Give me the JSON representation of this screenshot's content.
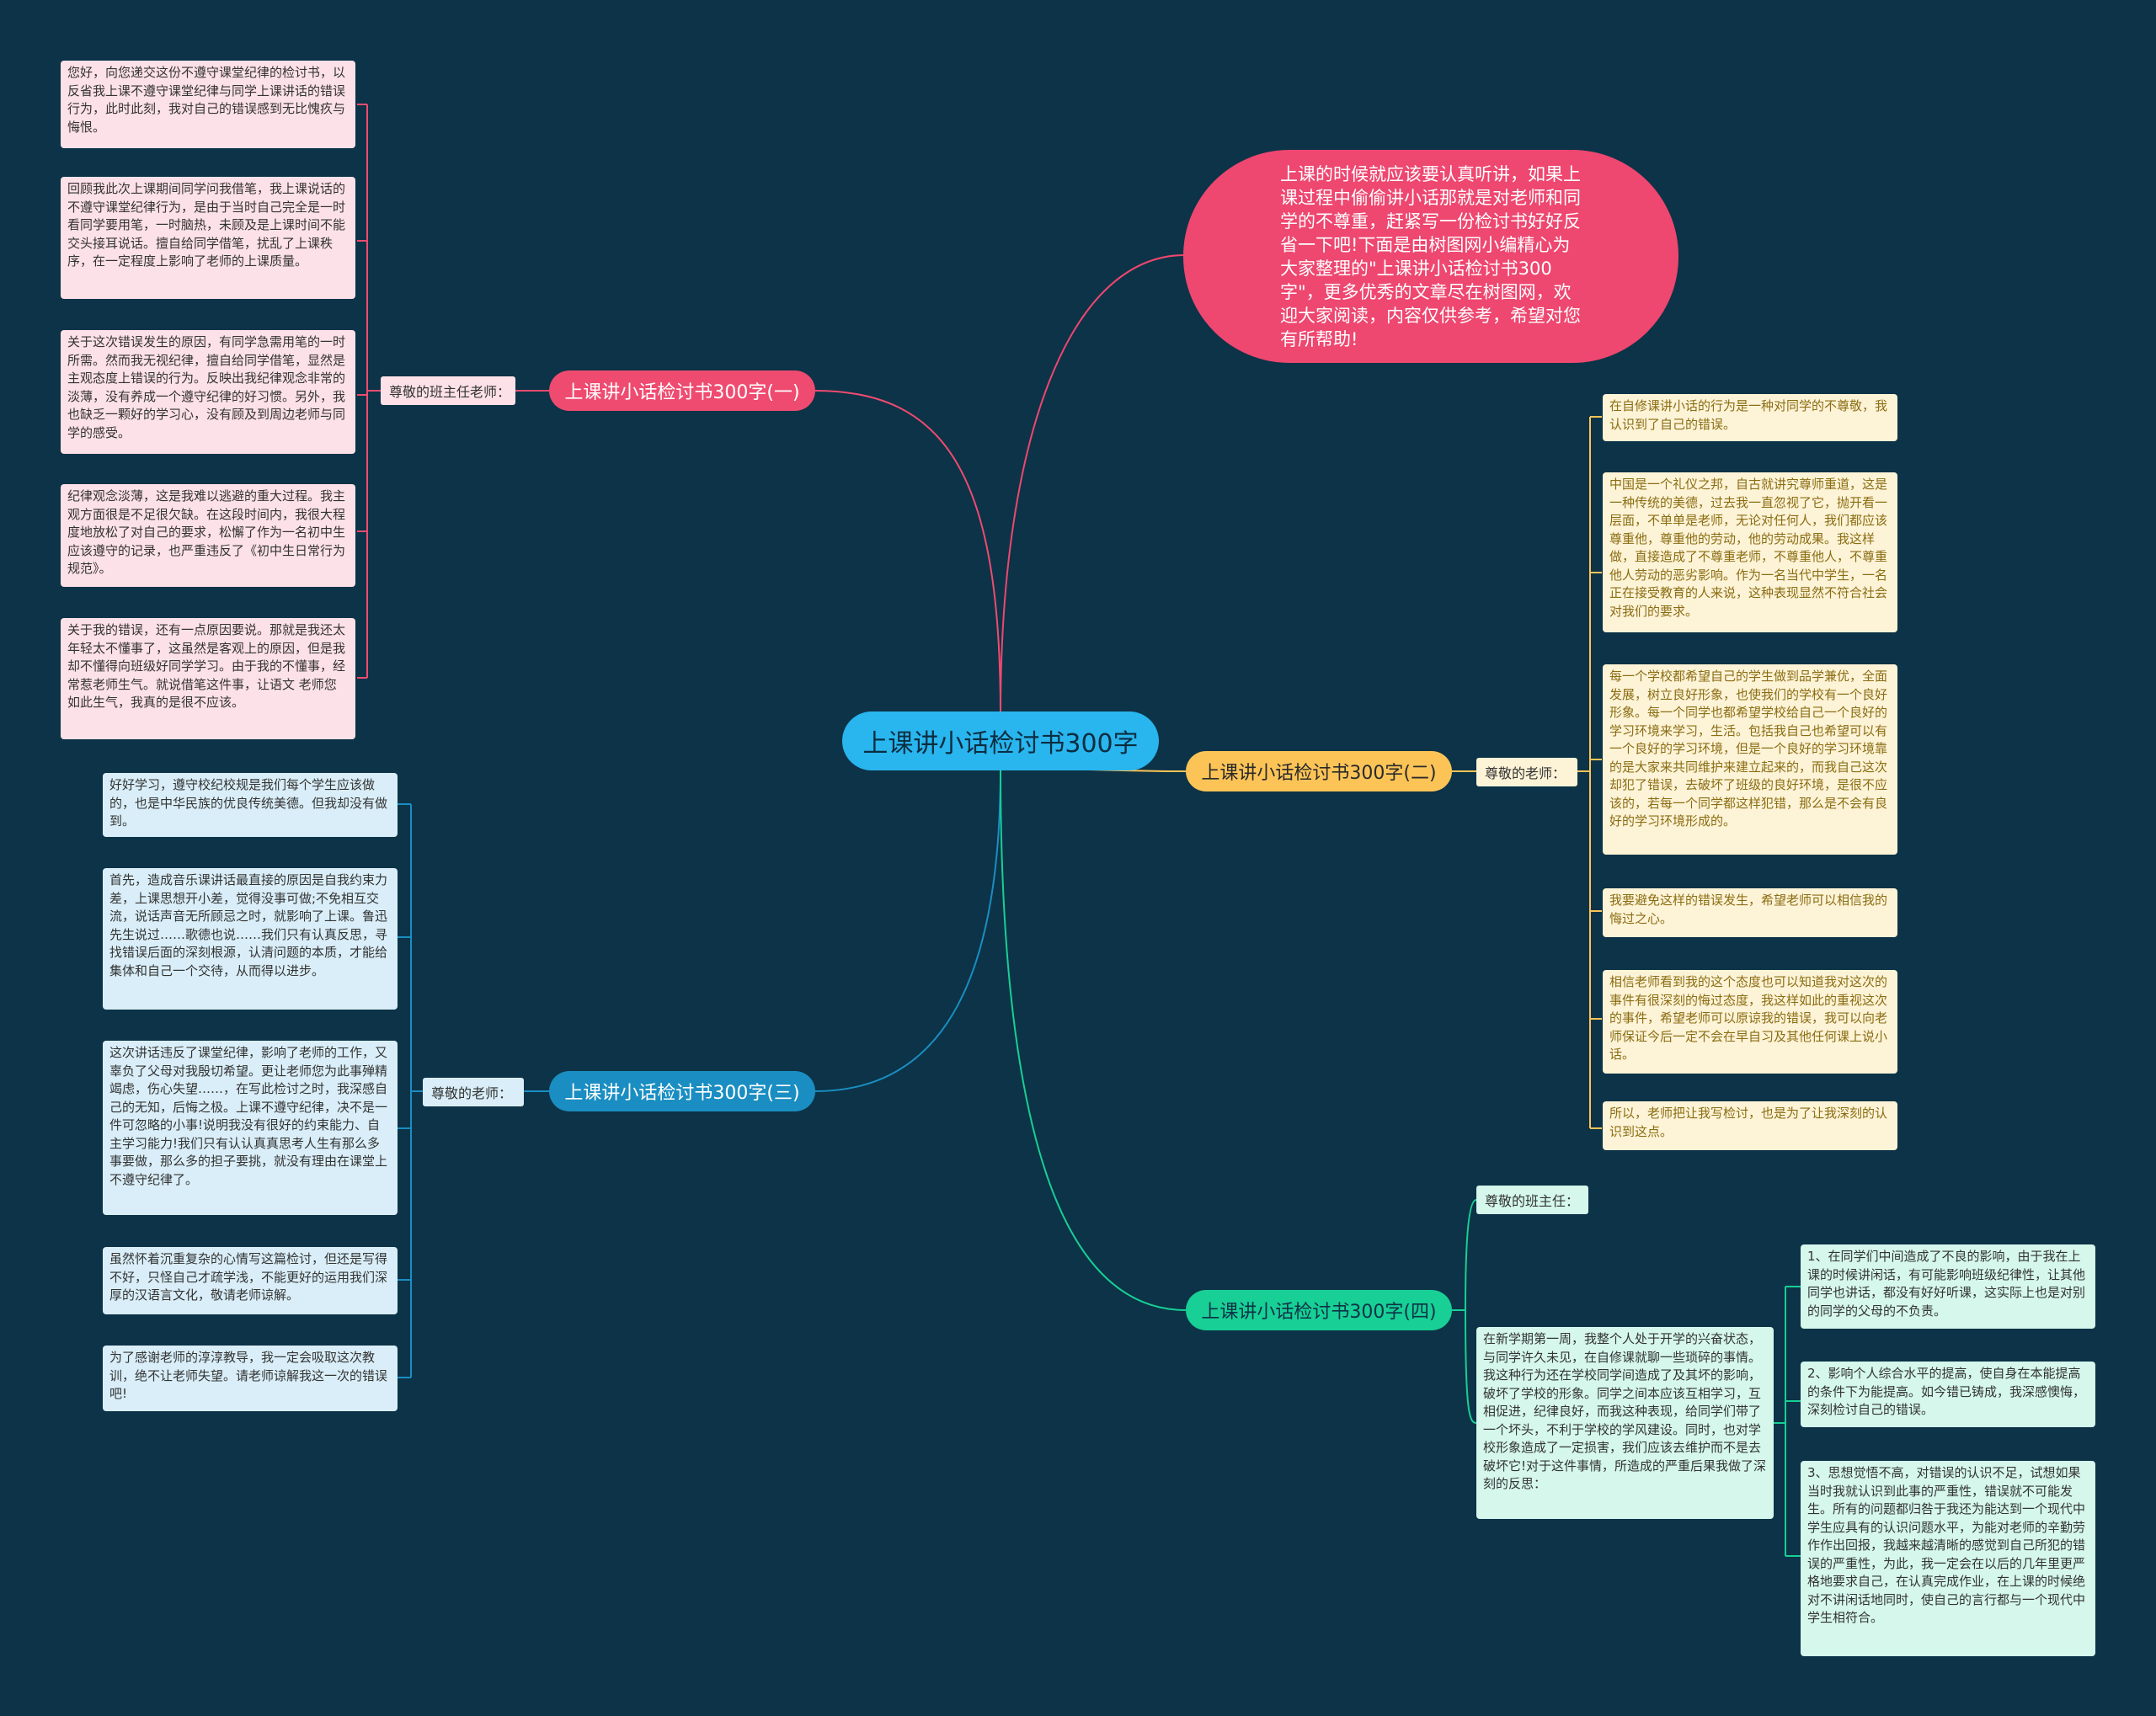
{
  "center": "上课讲小话检讨书300字",
  "intro": "上课的时候就应该要认真听讲，如果上课过程中偷偷讲小话那就是对老师和同学的不尊重，赶紧写一份检讨书好好反省一下吧!下面是由树图网小编精心为大家整理的\"上课讲小话检讨书300字\"，更多优秀的文章尽在树图网，欢迎大家阅读，内容仅供参考，希望对您有所帮助!",
  "branches": [
    {
      "title": "上课讲小话检讨书300字(一)",
      "label": "尊敬的班主任老师：",
      "items": [
        "您好，向您递交这份不遵守课堂纪律的检讨书，以反省我上课不遵守课堂纪律与同学上课讲话的错误行为，此时此刻，我对自己的错误感到无比愧疚与悔恨。",
        "回顾我此次上课期间同学问我借笔，我上课说话的不遵守课堂纪律行为，是由于当时自己完全是一时看同学要用笔，一时脑热，未顾及是上课时间不能交头接耳说话。擅自给同学借笔，扰乱了上课秩序，在一定程度上影响了老师的上课质量。",
        "关于这次错误发生的原因，有同学急需用笔的一时所需。然而我无视纪律，擅自给同学借笔，显然是主观态度上错误的行为。反映出我纪律观念非常的淡薄，没有养成一个遵守纪律的好习惯。另外，我也缺乏一颗好的学习心，没有顾及到周边老师与同学的感受。",
        "纪律观念淡薄，这是我难以逃避的重大过程。我主观方面很是不足很欠缺。在这段时间内，我很大程度地放松了对自己的要求，松懈了作为一名初中生应该遵守的记录，也严重违反了《初中生日常行为规范》。",
        "关于我的错误，还有一点原因要说。那就是我还太年轻太不懂事了，这虽然是客观上的原因，但是我却不懂得向班级好同学学习。由于我的不懂事，经常惹老师生气。就说借笔这件事，让语文 老师您如此生气，我真的是很不应该。"
      ]
    },
    {
      "title": "上课讲小话检讨书300字(二)",
      "label": "尊敬的老师：",
      "items": [
        "在自修课讲小话的行为是一种对同学的不尊敬，我认识到了自己的错误。",
        "中国是一个礼仪之邦，自古就讲究尊师重道，这是一种传统的美德，过去我一直忽视了它，抛开看一层面，不单单是老师，无论对任何人，我们都应该尊重他，尊重他的劳动，他的劳动成果。我这样做，直接造成了不尊重老师，不尊重他人，不尊重他人劳动的恶劣影响。作为一名当代中学生，一名正在接受教育的人来说，这种表现显然不符合社会对我们的要求。",
        "每一个学校都希望自己的学生做到品学兼优，全面发展，树立良好形象，也使我们的学校有一个良好形象。每一个同学也都希望学校给自己一个良好的学习环境来学习，生活。包括我自己也希望可以有一个良好的学习环境，但是一个良好的学习环境靠的是大家来共同维护来建立起来的，而我自己这次却犯了错误，去破坏了班级的良好环境，是很不应该的，若每一个同学都这样犯错，那么是不会有良好的学习环境形成的。",
        "我要避免这样的错误发生，希望老师可以相信我的悔过之心。",
        "相信老师看到我的这个态度也可以知道我对这次的事件有很深刻的悔过态度，我这样如此的重视这次的事件，希望老师可以原谅我的错误，我可以向老师保证今后一定不会在早自习及其他任何课上说小话。",
        "所以，老师把让我写检讨，也是为了让我深刻的认识到这点。"
      ]
    },
    {
      "title": "上课讲小话检讨书300字(三)",
      "label": "尊敬的老师：",
      "items": [
        "好好学习，遵守校纪校规是我们每个学生应该做的，也是中华民族的优良传统美德。但我却没有做到。",
        "首先，造成音乐课讲话最直接的原因是自我约束力差，上课思想开小差，觉得没事可做;不免相互交流，说话声音无所顾忌之时，就影响了上课。鲁迅先生说过……歌德也说……我们只有认真反思，寻找错误后面的深刻根源，认清问题的本质，才能给集体和自己一个交待，从而得以进步。",
        "这次讲话违反了课堂纪律，影响了老师的工作，又辜负了父母对我殷切希望。更让老师您为此事殚精竭虑，伤心失望……，在写此检讨之时，我深感自己的无知，后悔之极。上课不遵守纪律，决不是一件可忽略的小事!说明我没有很好的约束能力、自主学习能力!我们只有认认真真思考人生有那么多事要做，那么多的担子要挑，就没有理由在课堂上不遵守纪律了。",
        "虽然怀着沉重复杂的心情写这篇检讨，但还是写得不好，只怪自己才疏学浅，不能更好的运用我们深厚的汉语言文化，敬请老师谅解。",
        "为了感谢老师的淳淳教导，我一定会吸取这次教训，绝不让老师失望。请老师谅解我这一次的错误吧!"
      ]
    },
    {
      "title": "上课讲小话检讨书300字(四)",
      "label": "尊敬的班主任：",
      "paragraph": "在新学期第一周，我整个人处于开学的兴奋状态，与同学许久未见，在自修课就聊一些琐碎的事情。我这种行为还在学校同学间造成了及其坏的影响，破坏了学校的形象。同学之间本应该互相学习，互相促进，纪律良好，而我这种表现，给同学们带了一个坏头，不利于学校的学风建设。同时，也对学校形象造成了一定损害，我们应该去维护而不是去破坏它!对于这件事情，所造成的严重后果我做了深刻的反思：",
      "items": [
        "1、在同学们中间造成了不良的影响，由于我在上课的时候讲闲话，有可能影响班级纪律性，让其他同学也讲话，都没有好好听课，这实际上也是对别的同学的父母的不负责。",
        "2、影响个人综合水平的提高，使自身在本能提高的条件下为能提高。如今错已铸成，我深感懊悔，深刻检讨自己的错误。",
        "3、思想觉悟不高，对错误的认识不足，试想如果当时我就认识到此事的严重性，错误就不可能发生。所有的问题都归咎于我还为能达到一个现代中学生应具有的认识问题水平，为能对老师的辛勤劳作作出回报，我越来越清晰的感觉到自己所犯的错误的严重性，为此，我一定会在以后的几年里更严格地要求自己，在认真完成作业，在上课的时候绝对不讲闲话地同时，使自己的言行都与一个现代中学生相符合。"
      ]
    }
  ],
  "colors": {
    "background": "#0c3347",
    "center": "#29b5ee",
    "intro": "#ee4770",
    "branch1": "#ef4b70",
    "branch2": "#fcc457",
    "branch3": "#1a8ec2",
    "branch4": "#18cf95"
  }
}
